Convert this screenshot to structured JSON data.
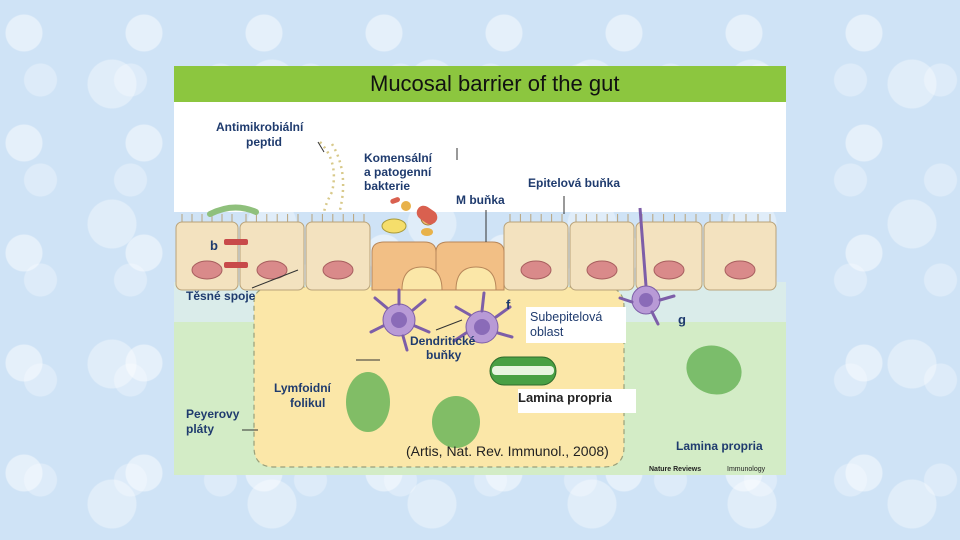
{
  "slide": {
    "title": "Mucosal barrier of the gut"
  },
  "figure": {
    "labels": {
      "antimicrobial_line1": "Antimikrobiální",
      "antimicrobial_line2": "peptid",
      "bacteria_line1": "Komensální",
      "bacteria_line2": "a patogenní",
      "bacteria_line3": "bakterie",
      "m_cell": "M buňka",
      "epithelial_cell": "Epitelová buňka",
      "tight_junctions": "Těsné spoje",
      "subepithelial_line1": "Subepitelová",
      "subepithelial_line2": "oblast",
      "dendritic_line1": "Dendritické",
      "dendritic_line2": "buňky",
      "lymphoid_line1": "Lymfoidní",
      "lymphoid_line2": "folikul",
      "peyer_line1": "Peyerovy",
      "peyer_line2": "pláty",
      "lamina_propria_boxed": "Lamina propria",
      "lamina_propria": "Lamina propria",
      "citation": "(Artis, Nat. Rev. Immunol., 2008)",
      "publisher_a": "Nature Reviews",
      "publisher_b": "Immunology",
      "letter_b": "b",
      "letter_f": "f",
      "letter_g": "g"
    },
    "colors": {
      "title_green": "#8cc63f",
      "cell_fill": "#f3e2bf",
      "nucleus": "#d98a8a",
      "m_cell": "#f2bf85",
      "lamina_green": "#d3ecc6",
      "follicle": "#fbe7a8",
      "dendritic": "#b89ad6",
      "lymph_green": "#6bb55a",
      "label_blue": "#1f3b6e"
    }
  }
}
